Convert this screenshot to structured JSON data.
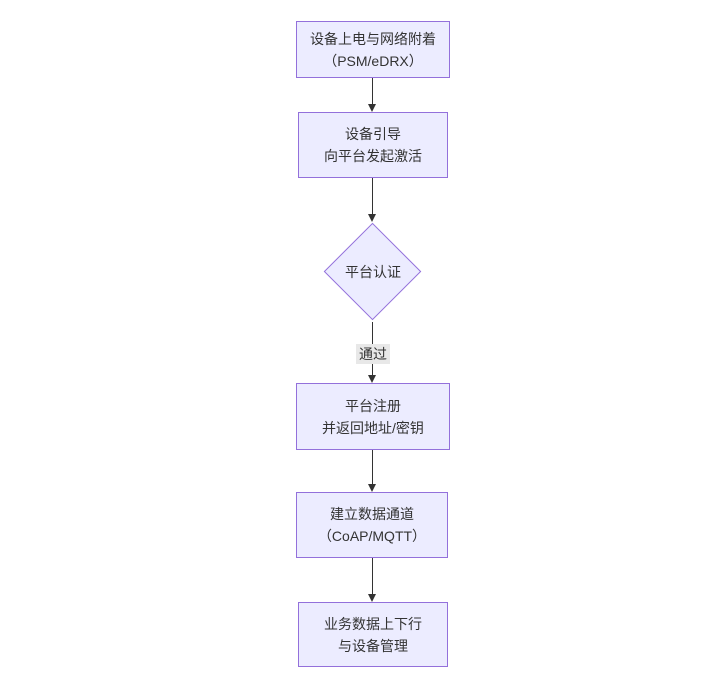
{
  "diagram": {
    "type": "flowchart",
    "direction": "top-down",
    "nodes": [
      {
        "id": "n1",
        "shape": "rect",
        "lines": [
          "设备上电与网络附着",
          "（PSM/eDRX）"
        ]
      },
      {
        "id": "n2",
        "shape": "rect",
        "lines": [
          "设备引导",
          "向平台发起激活"
        ]
      },
      {
        "id": "n3",
        "shape": "diamond",
        "lines": [
          "平台认证"
        ]
      },
      {
        "id": "n4",
        "shape": "rect",
        "lines": [
          "平台注册",
          "并返回地址/密钥"
        ]
      },
      {
        "id": "n5",
        "shape": "rect",
        "lines": [
          "建立数据通道",
          "（CoAP/MQTT）"
        ]
      },
      {
        "id": "n6",
        "shape": "rect",
        "lines": [
          "业务数据上下行",
          "与设备管理"
        ]
      }
    ],
    "edges": [
      {
        "from": "n1",
        "to": "n2",
        "label": ""
      },
      {
        "from": "n2",
        "to": "n3",
        "label": ""
      },
      {
        "from": "n3",
        "to": "n4",
        "label": "通过"
      },
      {
        "from": "n4",
        "to": "n5",
        "label": ""
      },
      {
        "from": "n5",
        "to": "n6",
        "label": ""
      }
    ],
    "colors": {
      "node_fill": "#ECECFF",
      "node_border": "#9370DB",
      "text": "#333333",
      "edge_line": "#333333",
      "edge_label_bg": "#e8e8e8"
    }
  }
}
